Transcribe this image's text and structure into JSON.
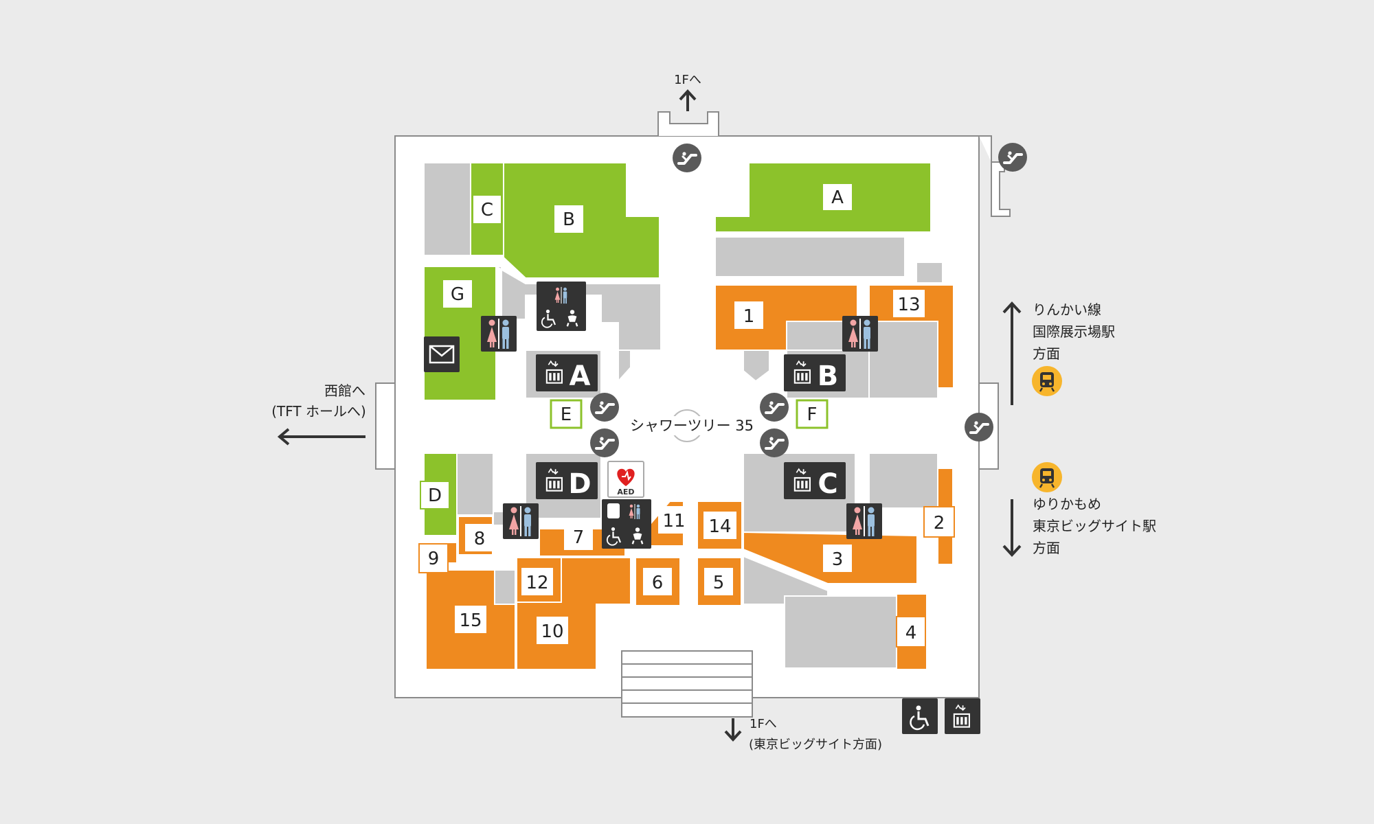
{
  "colors": {
    "background": "#ebebeb",
    "floor": "#ffffff",
    "gray_area": "#c8c8c8",
    "green_shop": "#8cc22b",
    "orange_shop": "#ef8a1f",
    "icon_dark": "#333333",
    "icon_circle": "#5a5a5a",
    "station_badge": "#f7b52c",
    "female": "#f2a5a5",
    "male": "#9cc0df"
  },
  "directions": {
    "to_1f_top": "1Fへ",
    "west_hall_line1": "西館へ",
    "west_hall_line2": "(TFT ホールへ)",
    "rinkai_line1": "りんかい線",
    "rinkai_line2": "国際展示場駅",
    "rinkai_line3": "方面",
    "yurikamome_line1": "ゆりかもめ",
    "yurikamome_line2": "東京ビッグサイト駅",
    "yurikamome_line3": "方面",
    "to_1f_bottom_line1": "1Fへ",
    "to_1f_bottom_line2": "(東京ビッグサイト方面)"
  },
  "center_label": "シャワーツリー 35",
  "green_labels": {
    "A": "A",
    "B": "B",
    "C": "C",
    "D": "D",
    "E": "E",
    "F": "F",
    "G": "G"
  },
  "shop_numbers": {
    "n1": "1",
    "n2": "2",
    "n3": "3",
    "n4": "4",
    "n5": "5",
    "n6": "6",
    "n7": "7",
    "n8": "8",
    "n9": "9",
    "n10": "10",
    "n11": "11",
    "n12": "12",
    "n13": "13",
    "n14": "14",
    "n15": "15"
  },
  "elevator_labels": {
    "A": "A",
    "B": "B",
    "C": "C",
    "D": "D"
  },
  "aed_label": "AED",
  "icons": [
    "escalator-icon",
    "elevator-icon",
    "restroom-icon",
    "wheelchair-icon",
    "baby-care-icon",
    "mail-icon",
    "train-icon",
    "aed-icon",
    "arrow-icon"
  ]
}
